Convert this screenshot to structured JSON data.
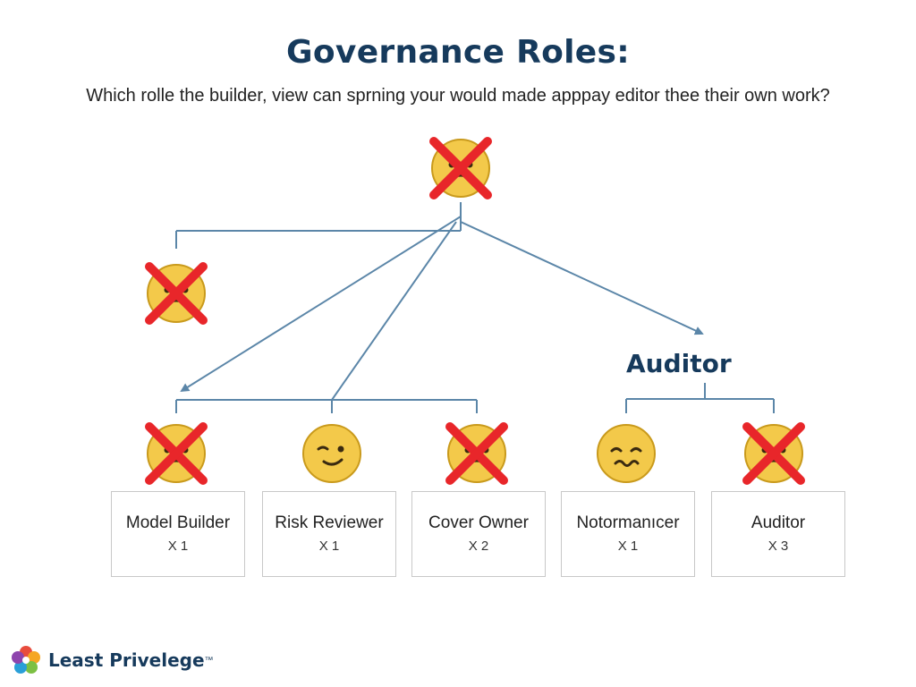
{
  "header": {
    "title": "Governance Roles:",
    "question": "Which rolle the builder,  view can sprning your would made apppay editor thee their own work?"
  },
  "diagram": {
    "auditor_header": "Auditor",
    "top_node": {
      "face": "crossed-out-face-icon"
    },
    "left_node": {
      "face": "crossed-out-face-icon"
    },
    "roles": [
      {
        "name": "Model Builder",
        "count": "X 1",
        "face": "crossed-out-face-icon"
      },
      {
        "name": "Risk Reviewer",
        "count": "X 1",
        "face": "winking-face-icon"
      },
      {
        "name": "Cover Owner",
        "count": "X 2",
        "face": "crossed-out-face-icon"
      },
      {
        "name": "Notormanıcer",
        "count": "X 1",
        "face": "worried-face-icon"
      },
      {
        "name": "Auditor",
        "count": "X 3",
        "face": "crossed-out-face-icon"
      }
    ]
  },
  "brand": {
    "name": "Least Privelege",
    "trademark": "™"
  },
  "colors": {
    "title": "#163a5c",
    "connector": "#5b86a8",
    "face_fill": "#f3c94a",
    "cross": "#e8262a",
    "box_border": "#c8c8c8"
  }
}
